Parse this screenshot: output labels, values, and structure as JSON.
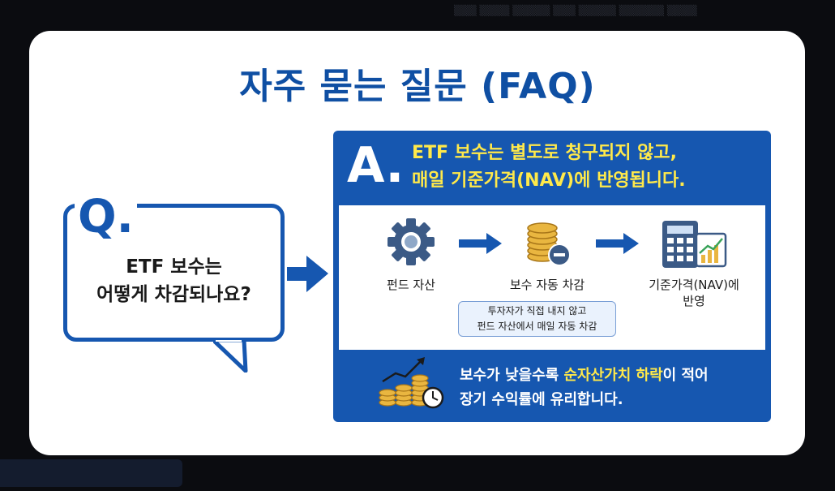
{
  "title": "자주 묻는 질문 (FAQ)",
  "question": {
    "letter": "Q.",
    "line1": "ETF 보수는",
    "line2": "어떻게 차감되나요?"
  },
  "answer": {
    "letter": "A.",
    "line1": "ETF 보수는 별도로 청구되지 않고,",
    "line2": "매일 기준가격(NAV)에 반영됩니다."
  },
  "flow": {
    "step1": "펀드 자산",
    "step2": "보수 자동 차감",
    "step3_line1": "기준가격(NAV)에",
    "step3_line2": "반영",
    "note_line1": "투자자가 직접 내지 않고",
    "note_line2": "펀드 자산에서 매일 자동 차감"
  },
  "summary": {
    "part1": "보수가 낮을수록 ",
    "highlight": "순자산가치 하락",
    "part2": "이 적어",
    "line2": "장기 수익률에 유리합니다."
  },
  "icons": {
    "step1": "gear-icon",
    "step2": "coins-minus-icon",
    "step3": "calculator-chart-icon",
    "summary": "coins-growth-clock-icon"
  },
  "colors": {
    "primary": "#1657b0",
    "highlight": "#ffe94a",
    "title": "#0f4fa3"
  }
}
